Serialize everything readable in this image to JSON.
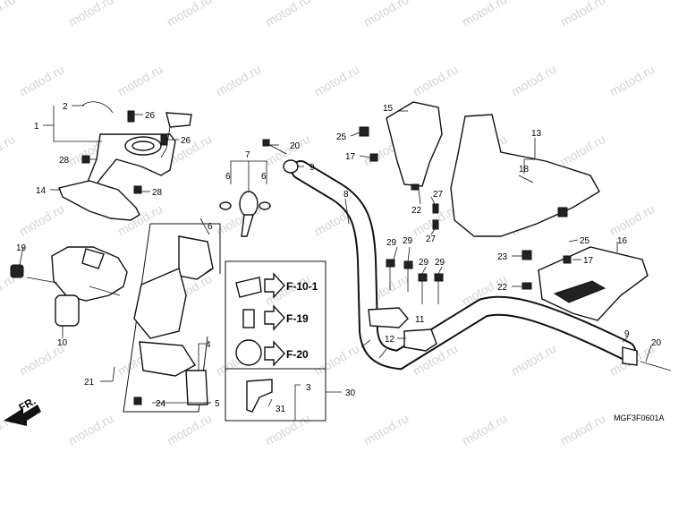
{
  "diagram": {
    "watermark": "motod.ru",
    "diagram_code": "MGF3F0601A",
    "front_label": "FR.",
    "callouts": {
      "c1": "1",
      "c2": "2",
      "c3": "3",
      "c4": "4",
      "c5": "5",
      "c6a": "6",
      "c6b": "6",
      "c6c": "6",
      "c7": "7",
      "c8": "8",
      "c9a": "9",
      "c9b": "9",
      "c10": "10",
      "c11": "11",
      "c12": "12",
      "c13": "13",
      "c14": "14",
      "c15": "15",
      "c16": "16",
      "c17a": "17",
      "c17b": "17",
      "c18": "18",
      "c19": "19",
      "c20a": "20",
      "c20b": "20",
      "c21": "21",
      "c22a": "22",
      "c22b": "22",
      "c23": "23",
      "c24": "24",
      "c25a": "25",
      "c25b": "25",
      "c26a": "26",
      "c26b": "26",
      "c27a": "27",
      "c27b": "27",
      "c28a": "28",
      "c28b": "28",
      "c29a": "29",
      "c29b": "29",
      "c29c": "29",
      "c29d": "29",
      "c30": "30",
      "c31": "31"
    },
    "references": {
      "f10": "F-10-1",
      "f19": "F-19",
      "f20": "F-20"
    }
  }
}
